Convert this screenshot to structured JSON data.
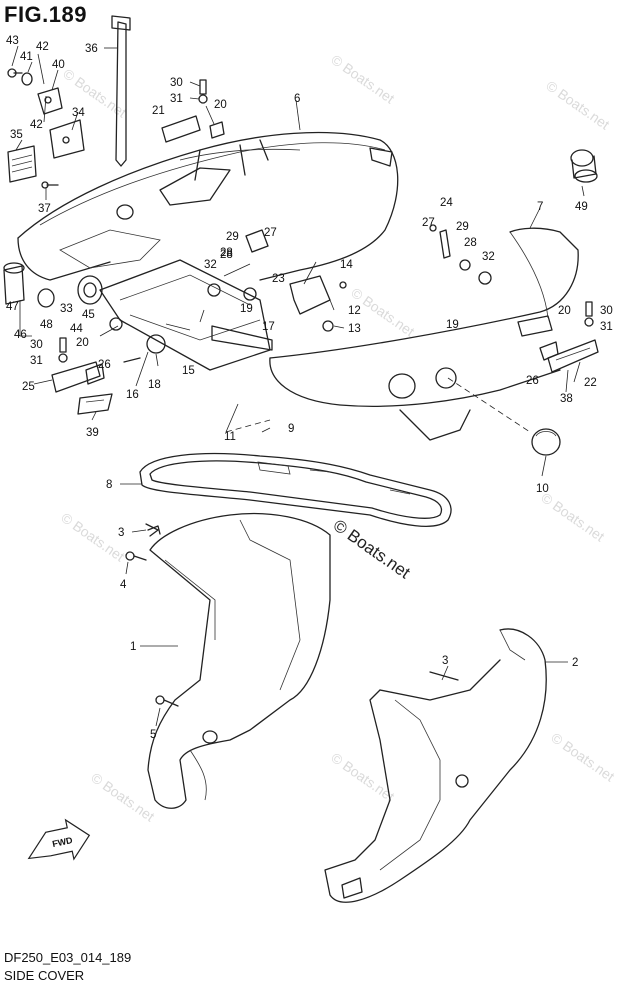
{
  "figure": {
    "title": "FIG.189",
    "caption_code": "DF250_E03_014_189",
    "caption_name": "SIDE COVER",
    "fwd_label": "FWD"
  },
  "watermarks": [
    "© Boats.net",
    "© Boats.net",
    "© Boats.net",
    "© Boats.net",
    "© Boats.net",
    "© Boats.net",
    "© Boats.net",
    "© Boats.net",
    "© Boats.net"
  ],
  "watermark_main": "© Boats.net",
  "callouts": [
    "43",
    "41",
    "42",
    "40",
    "36",
    "30",
    "31",
    "21",
    "20",
    "6",
    "34",
    "42",
    "35",
    "37",
    "29",
    "27",
    "28",
    "24",
    "29",
    "27",
    "7",
    "49",
    "32",
    "28",
    "23",
    "14",
    "32",
    "28",
    "12",
    "13",
    "47",
    "33",
    "48",
    "45",
    "19",
    "17",
    "44",
    "46",
    "20",
    "26",
    "30",
    "31",
    "16",
    "18",
    "15",
    "11",
    "9",
    "25",
    "39",
    "19",
    "30",
    "31",
    "20",
    "26",
    "22",
    "38",
    "10",
    "8",
    "3",
    "4",
    "1",
    "5",
    "3",
    "2"
  ]
}
